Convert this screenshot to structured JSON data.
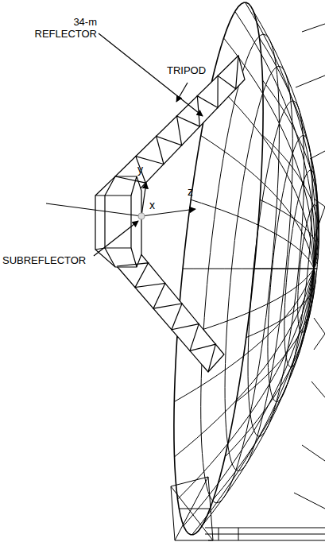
{
  "diagram": {
    "labels": [
      "34-m REFLECTOR",
      "TRIPOD",
      "y",
      "x",
      "z",
      "SUBREFLECTOR"
    ]
  }
}
